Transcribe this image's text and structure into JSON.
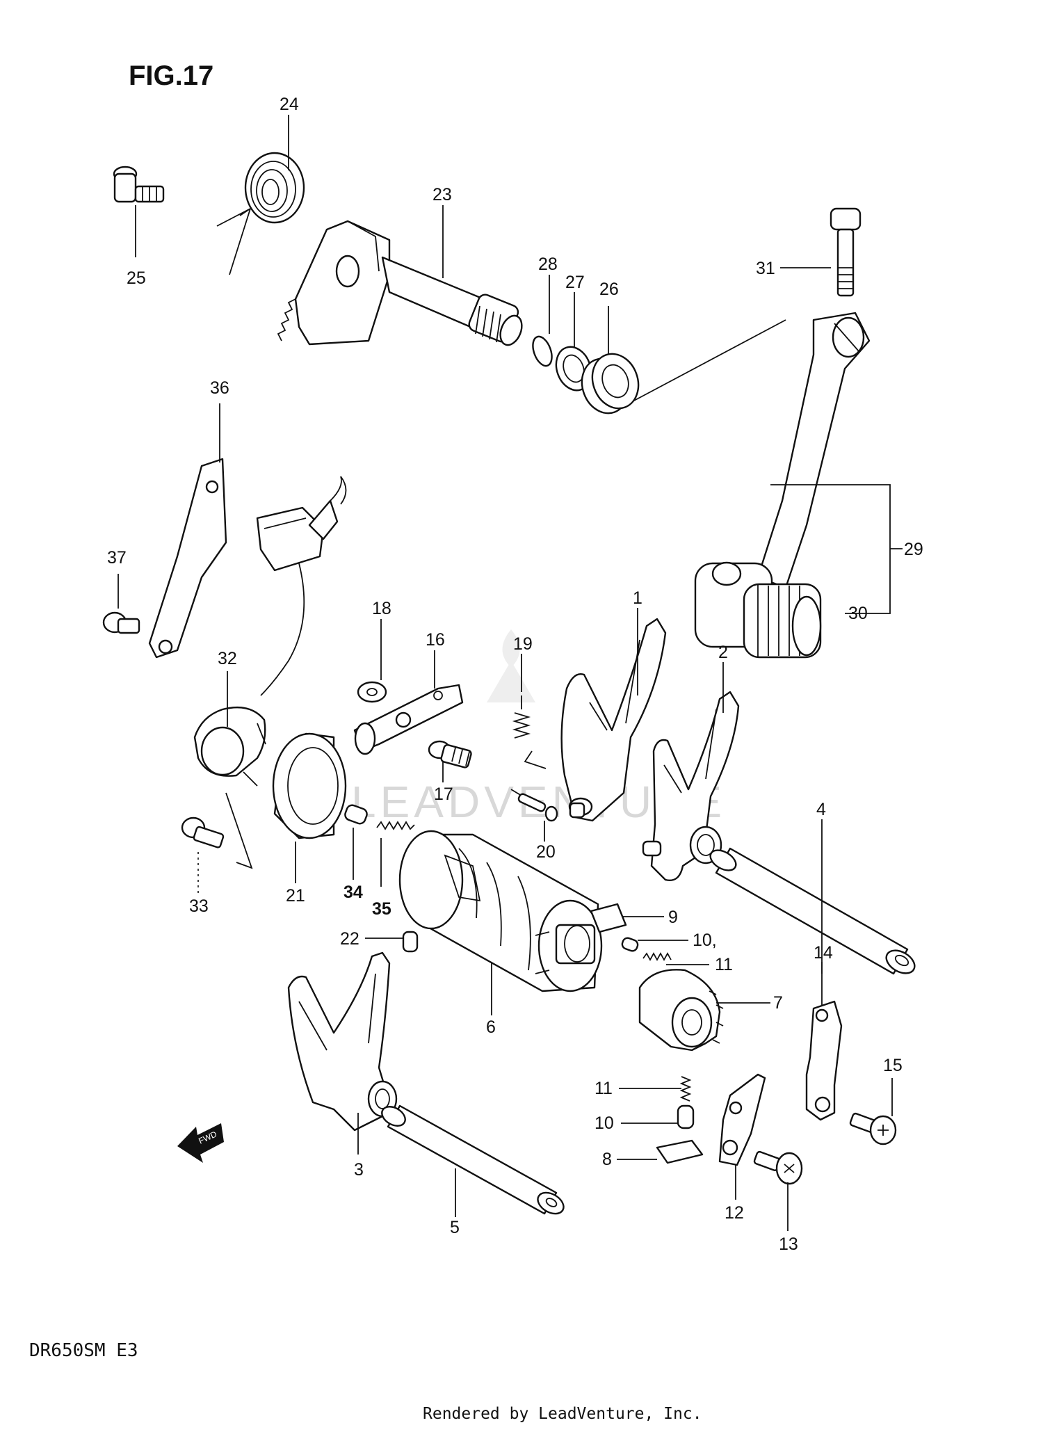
{
  "figure_title": "FIG.17",
  "model_code": "DR650SM  E3",
  "footer": "Rendered by LeadVenture, Inc.",
  "watermark": "LEADVENTURE",
  "callouts": {
    "p1": "1",
    "p2": "2",
    "p3": "3",
    "p4": "4",
    "p5": "5",
    "p6": "6",
    "p7": "7",
    "p8": "8",
    "p9": "9",
    "p10a": "10,",
    "p10b": "10",
    "p11a": "11",
    "p11b": "11",
    "p12": "12",
    "p13": "13",
    "p14": "14",
    "p15": "15",
    "p16": "16",
    "p17": "17",
    "p18": "18",
    "p19": "19",
    "p20": "20",
    "p21": "21",
    "p22": "22",
    "p23": "23",
    "p24": "24",
    "p25": "25",
    "p26": "26",
    "p27": "27",
    "p28": "28",
    "p29": "29",
    "p30": "30",
    "p31": "31",
    "p32": "32",
    "p33": "33",
    "p34": "34",
    "p35": "35",
    "p36": "36",
    "p37": "37"
  },
  "fwd_arrow_label": "FWD"
}
